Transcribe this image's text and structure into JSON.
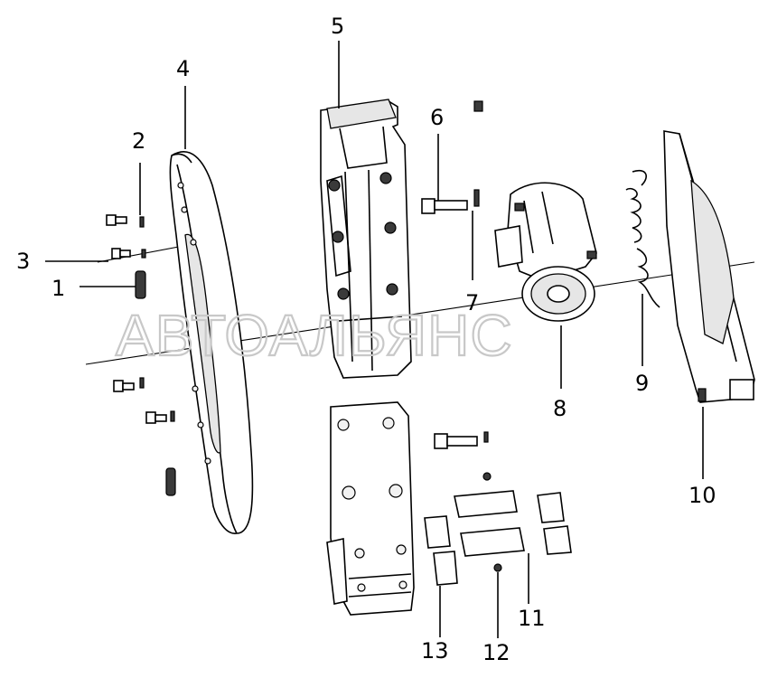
{
  "watermark": "АВТОАЛЬЯНС",
  "callouts": [
    {
      "id": "1",
      "label": "1"
    },
    {
      "id": "2",
      "label": "2"
    },
    {
      "id": "3",
      "label": "3"
    },
    {
      "id": "4",
      "label": "4"
    },
    {
      "id": "5",
      "label": "5"
    },
    {
      "id": "6",
      "label": "6"
    },
    {
      "id": "7",
      "label": "7"
    },
    {
      "id": "8",
      "label": "8"
    },
    {
      "id": "9",
      "label": "9"
    },
    {
      "id": "10",
      "label": "10"
    },
    {
      "id": "11",
      "label": "11"
    },
    {
      "id": "12",
      "label": "12"
    },
    {
      "id": "13",
      "label": "13"
    }
  ],
  "colors": {
    "line": "#000000",
    "watermark": "#c8c8c8",
    "background": "#ffffff"
  }
}
